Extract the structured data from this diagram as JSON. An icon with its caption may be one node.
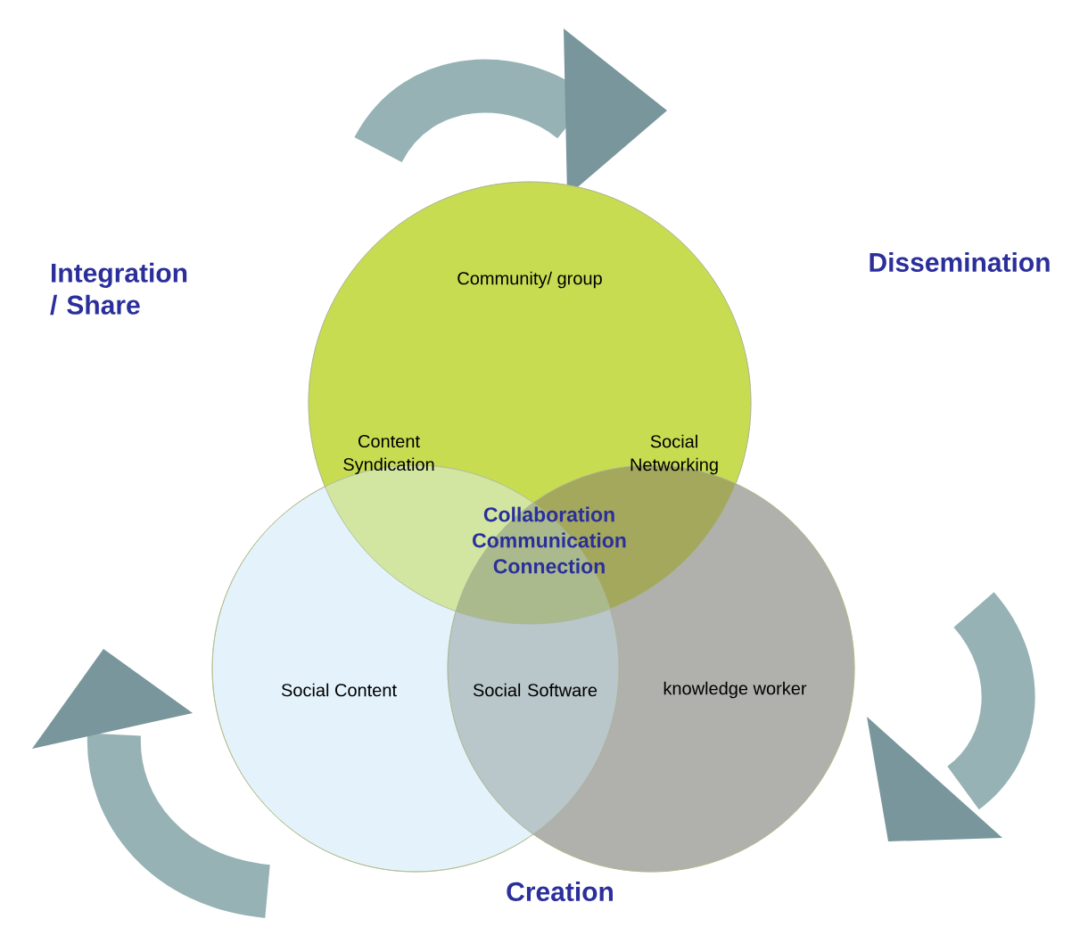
{
  "diagram": {
    "nodes": [
      {
        "text": [
          "Community/ group"
        ]
      },
      {
        "text": [
          "Social Content"
        ]
      },
      {
        "text": [
          "knowledge worker"
        ]
      }
    ],
    "labels": [
      "Integration / Share",
      "Dissemination",
      "Content Syndication",
      "Social Networking",
      "Collaboration Communication Connection",
      "Social Software",
      "Creation"
    ]
  }
}
